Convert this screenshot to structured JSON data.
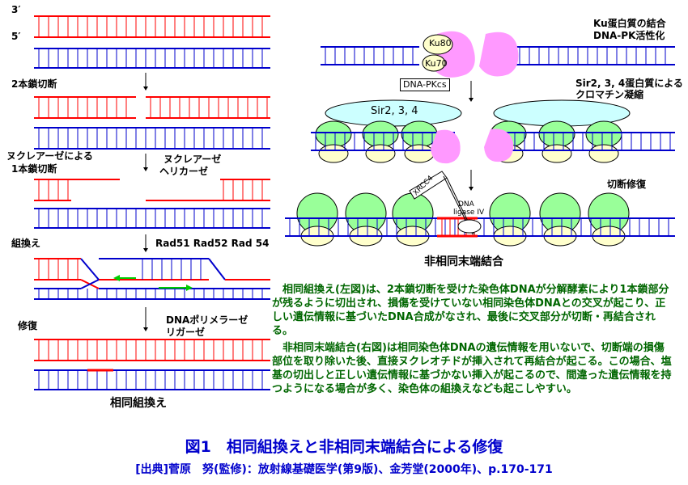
{
  "strand_labels": {
    "three_prime": "3′",
    "five_prime": "5′"
  },
  "left_steps": {
    "dsb": "2本鎖切断",
    "nuclease_1": "ヌクレアーゼによる",
    "nuclease_2": "1本鎖切断",
    "nuclease_helicase_1": "ヌクレアーゼ",
    "nuclease_helicase_2": "ヘリカーゼ",
    "recombination": "組換え",
    "rad_proteins": "Rad51  Rad52  Rad 54",
    "repair": "修復",
    "polymerase_1": "DNAポリメラーゼ",
    "polymerase_2": "リガーゼ",
    "title": "相同組換え"
  },
  "right_steps": {
    "ku_1": "Ku蛋白質の結合",
    "ku_2": "DNA-PK活性化",
    "ku80": "Ku80",
    "ku70": "Ku70",
    "dnapkcs": "DNA-PKcs",
    "sir_1": "Sir2, 3, 4蛋白質による",
    "sir_2": "クロマチン凝縮",
    "sir_label": "Sir2, 3, 4",
    "cut_repair": "切断修復",
    "xrcc4": "XRCC4",
    "ligase_1": "DNA",
    "ligase_2": "ligase IV",
    "title": "非相同末端結合"
  },
  "description": {
    "paragraph_1": "相同組換え(左図)は、2本鎖切断を受けた染色体DNAが分解酵素により1本鎖部分が残るように切出され、損傷を受けていない相同染色体DNAとの交叉が起こり、正しい遺伝情報に基づいたDNA合成がなされ、最後に交叉部分が切断・再結合される。",
    "paragraph_2": "非相同末端結合(右図)は相同染色体DNAの遺伝情報を用いないで、切断端の損傷部位を取り除いた後、直接ヌクレオチドが挿入されて再結合が起こる。この場合、塩基の切出しと正しい遺伝情報に基づかない挿入が起こるので、間違った遺伝情報を持つようになる場合が多く、染色体の組換えなども起こしやすい。"
  },
  "figure_caption": "図1　相同組換えと非相同末端結合による修復",
  "source": "[出典]菅原　努(監修)：放射線基礎医学(第9版)、金芳堂(2000年)、p.170-171",
  "colors": {
    "red_strand": "#ff0000",
    "blue_strand": "#0000cc",
    "text_green": "#006600",
    "caption_blue": "#0000cc",
    "ku_fill": "#ffffcc",
    "dnapkcs_fill": "#ff99ff",
    "sir_fill": "#ccffff",
    "histone_green": "#99ff99",
    "histone_yellow": "#ffffcc",
    "arrow_green": "#00cc00"
  }
}
